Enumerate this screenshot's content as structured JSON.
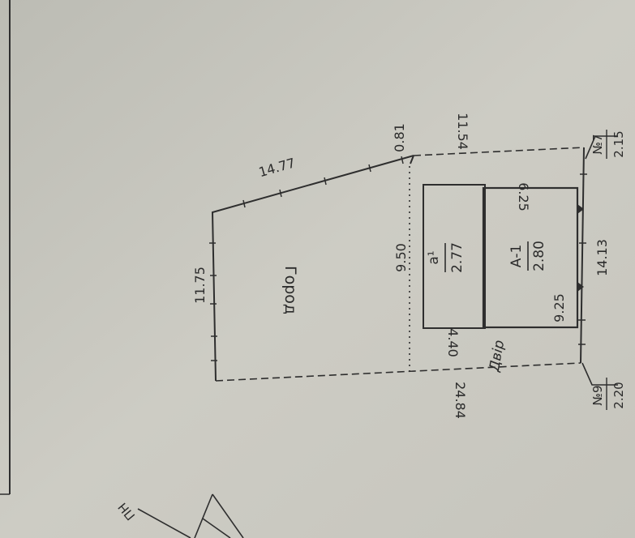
{
  "plan": {
    "garden_label": "Город",
    "yard_label": "Двір",
    "building_a1": {
      "name": "А-1",
      "value": "2.80"
    },
    "building_a": {
      "name": "а¹",
      "value": "2.77"
    },
    "dimensions": {
      "left_side": "11.75",
      "top_slope": "14.77",
      "top_step": "0.81",
      "right_side": "11.54",
      "bottom_side": "24.84",
      "front_side": "14.13",
      "inner_dotted": "9.50",
      "a1_length": "9.25",
      "a1_width": "6.25",
      "a_width": "4.40"
    },
    "markers": {
      "left": {
        "number": "№9",
        "value": "2.20"
      },
      "right": {
        "number": "№7",
        "value": "2.15"
      }
    },
    "north_label": "ПН"
  },
  "colors": {
    "paper": "#c9c8c0",
    "ink": "#2e2e2e"
  }
}
